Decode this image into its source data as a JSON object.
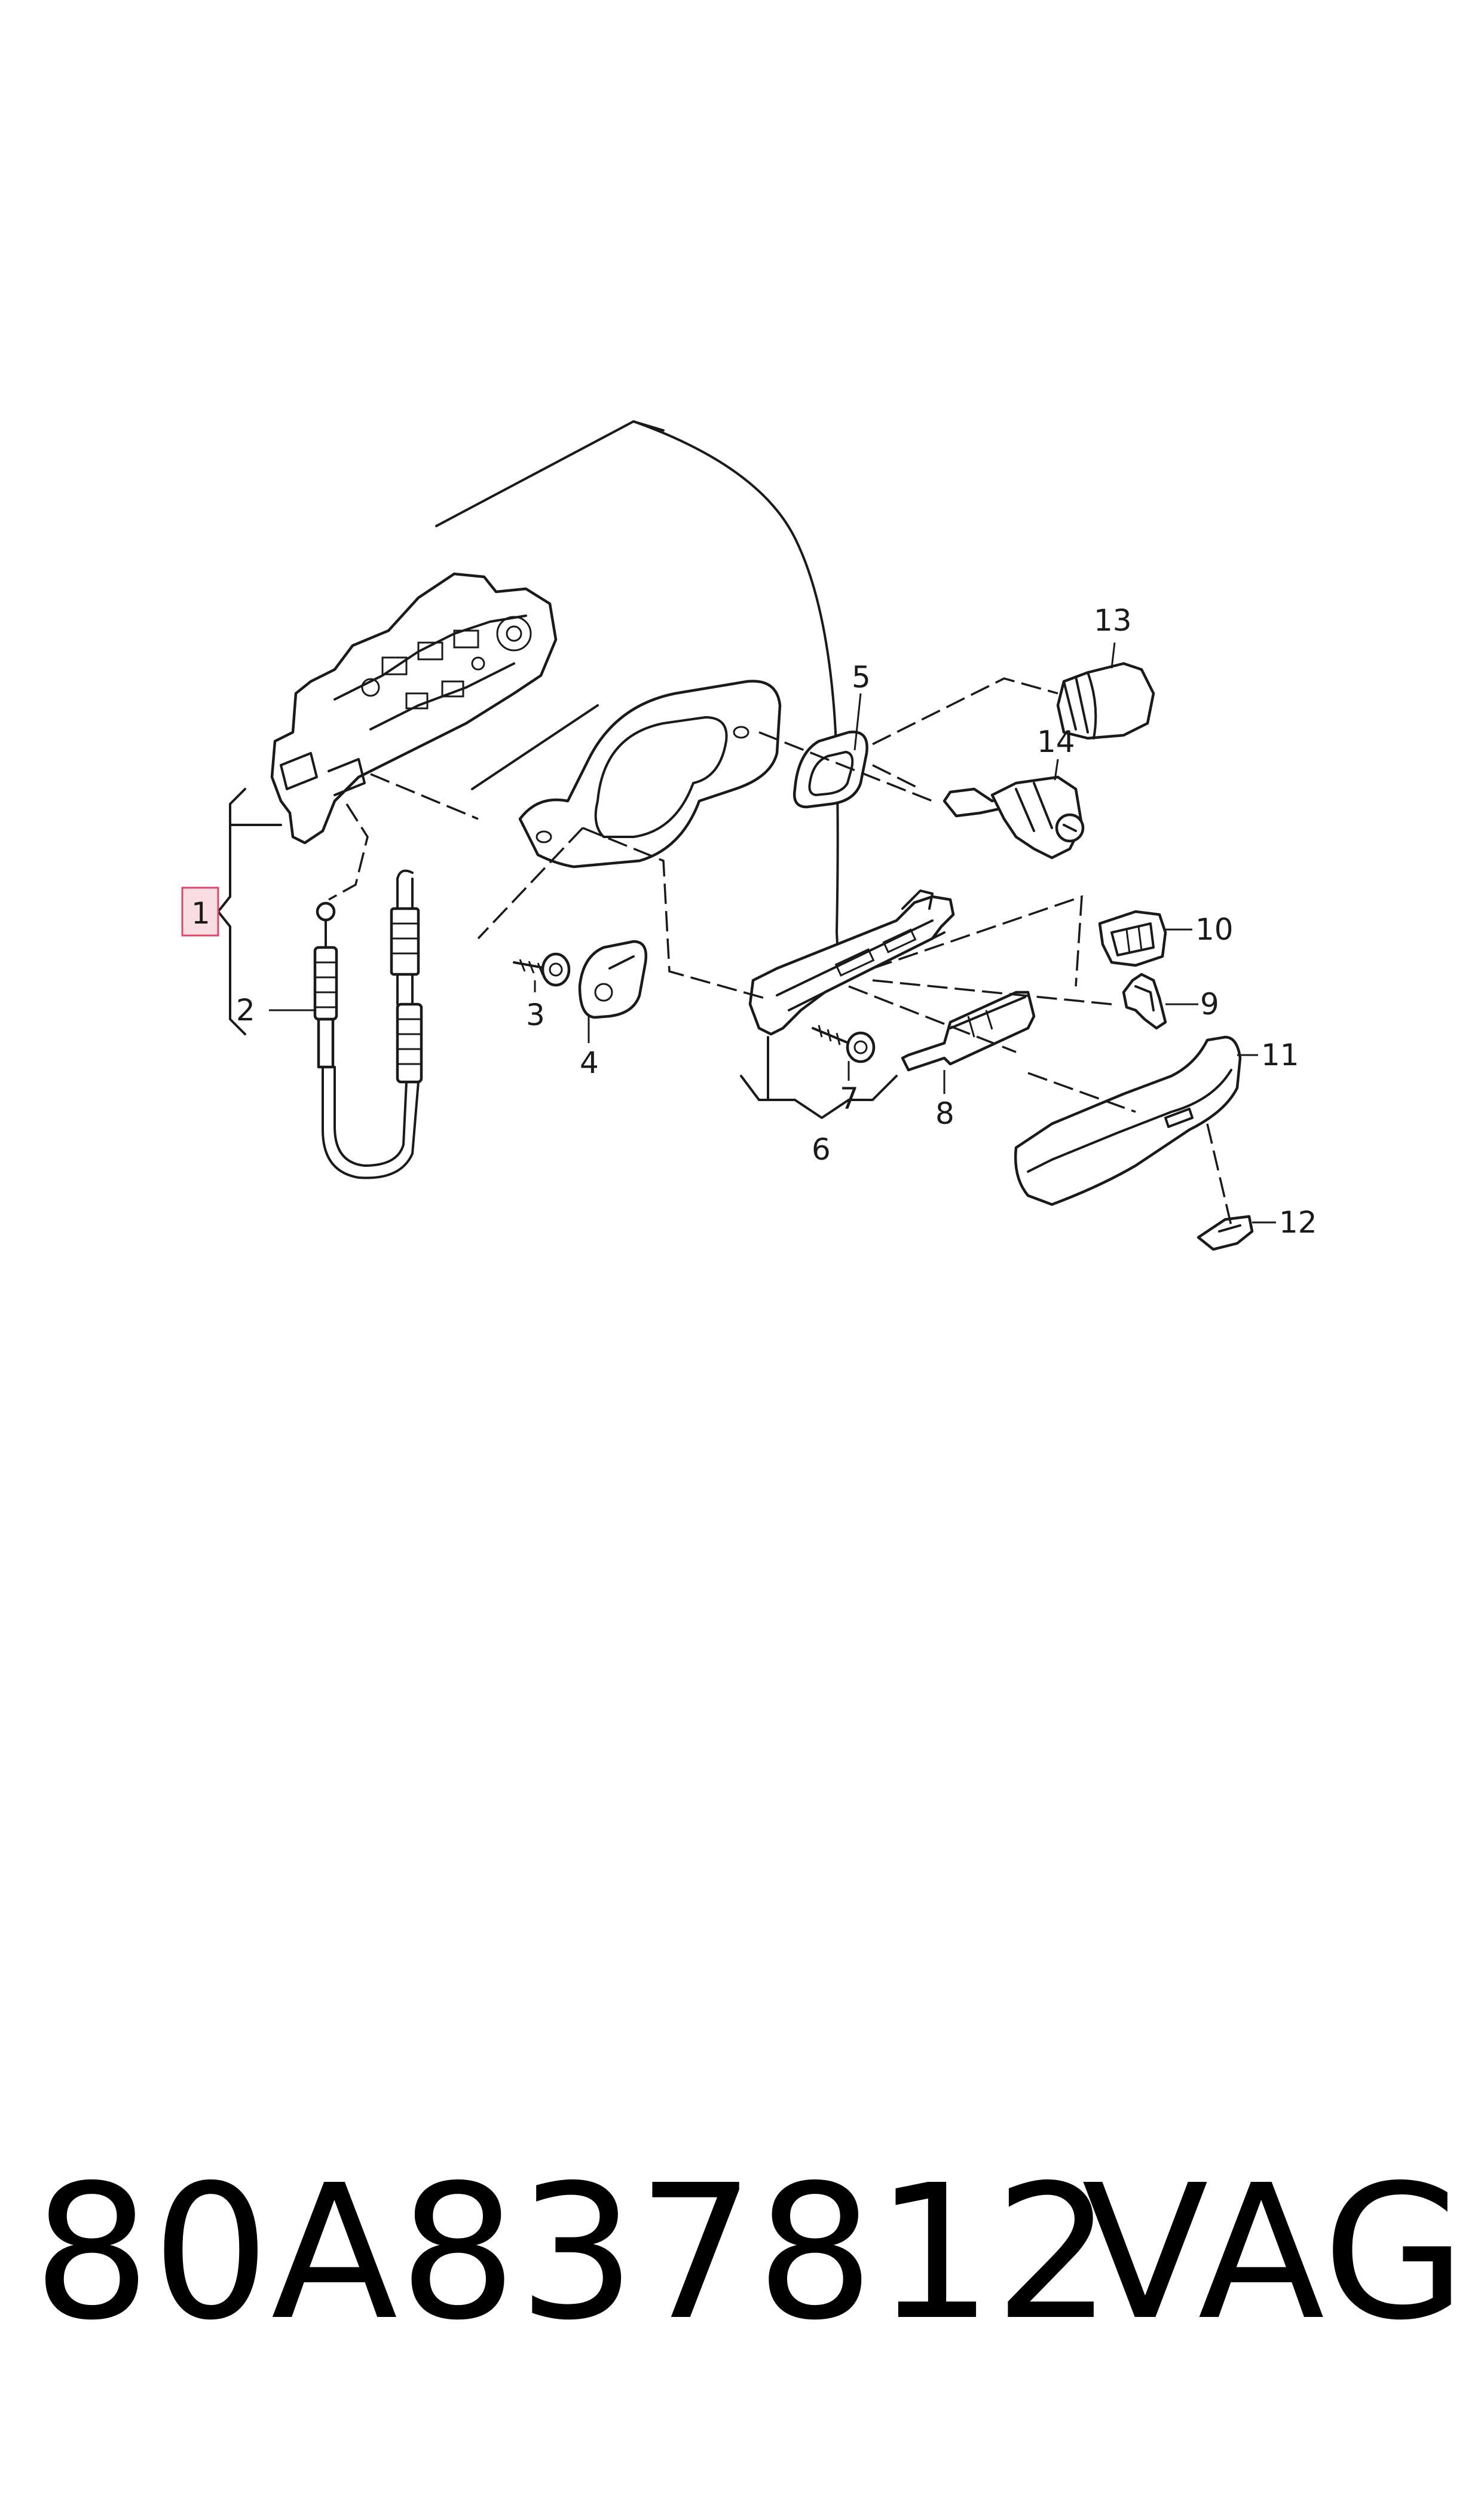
{
  "callouts": {
    "c1": "1",
    "c2": "2",
    "c3": "3",
    "c4": "4",
    "c5": "5",
    "c6": "6",
    "c7": "7",
    "c8": "8",
    "c9": "9",
    "c10": "10",
    "c11": "11",
    "c12": "12",
    "c13": "13",
    "c14": "14"
  },
  "highlight_color": "#f9dde3",
  "highlight_border_color": "#d94a6a",
  "footer": {
    "part_number": "80A837812",
    "brand": "VAG"
  }
}
